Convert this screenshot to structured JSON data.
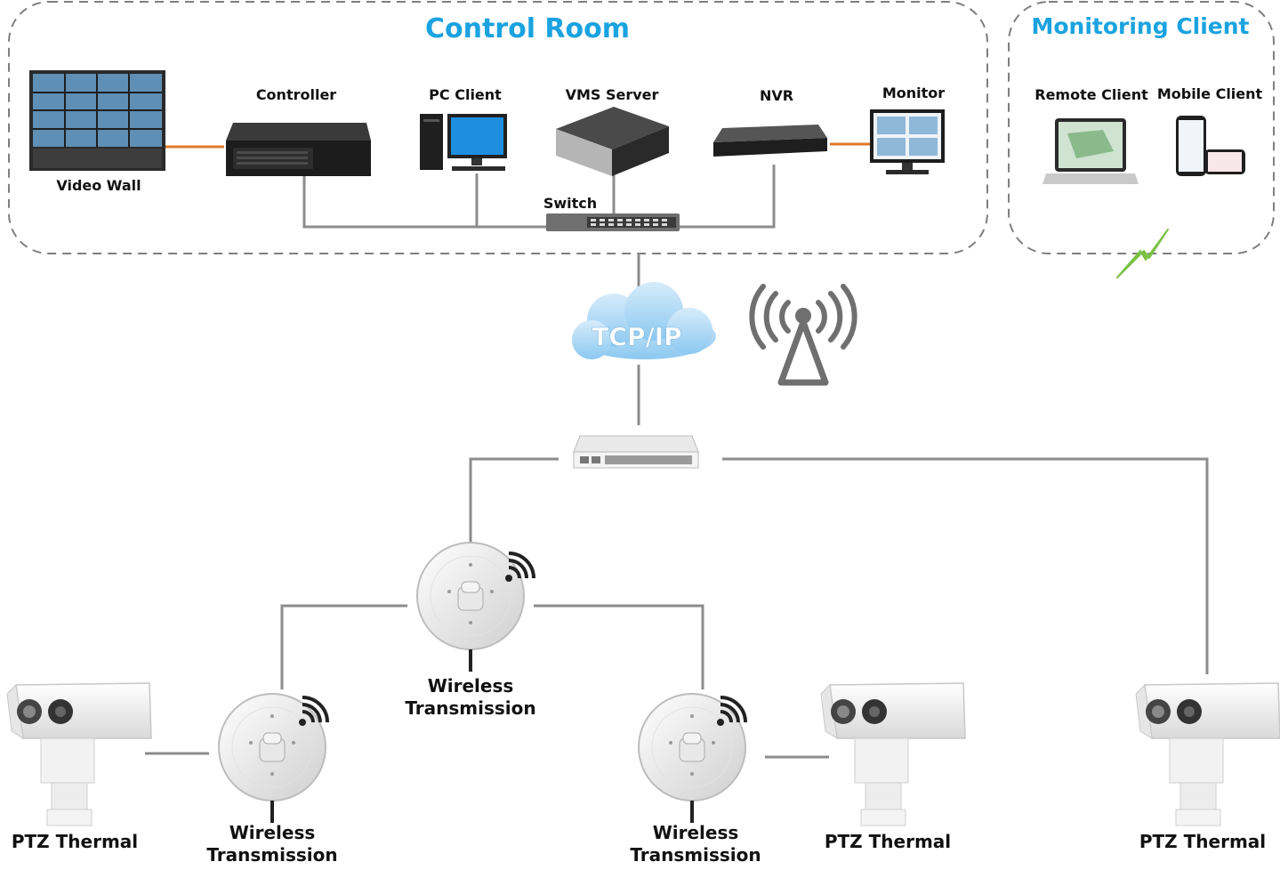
{
  "zones": {
    "control_room": "Control Room",
    "monitoring_client": "Monitoring Client"
  },
  "devices": {
    "video_wall": "Video Wall",
    "controller": "Controller",
    "pc_client": "PC Client",
    "vms_server": "VMS Server",
    "nvr": "NVR",
    "monitor": "Monitor",
    "switch": "Switch",
    "remote_client": "Remote Client",
    "mobile_client": "Mobile Client",
    "network": "TCP/IP"
  },
  "field": {
    "wireless_top": [
      "Wireless",
      "Transmission"
    ],
    "wireless_left": [
      "Wireless",
      "Transmission"
    ],
    "wireless_right": [
      "Wireless",
      "Transmission"
    ],
    "ptz_left": "PTZ Thermal",
    "ptz_mid": "PTZ Thermal",
    "ptz_right": "PTZ Thermal"
  },
  "colors": {
    "accent": "#1aa3e0",
    "line": "#8c8c8c",
    "video_link": "#e07a2a",
    "signal": "#7ac143"
  }
}
